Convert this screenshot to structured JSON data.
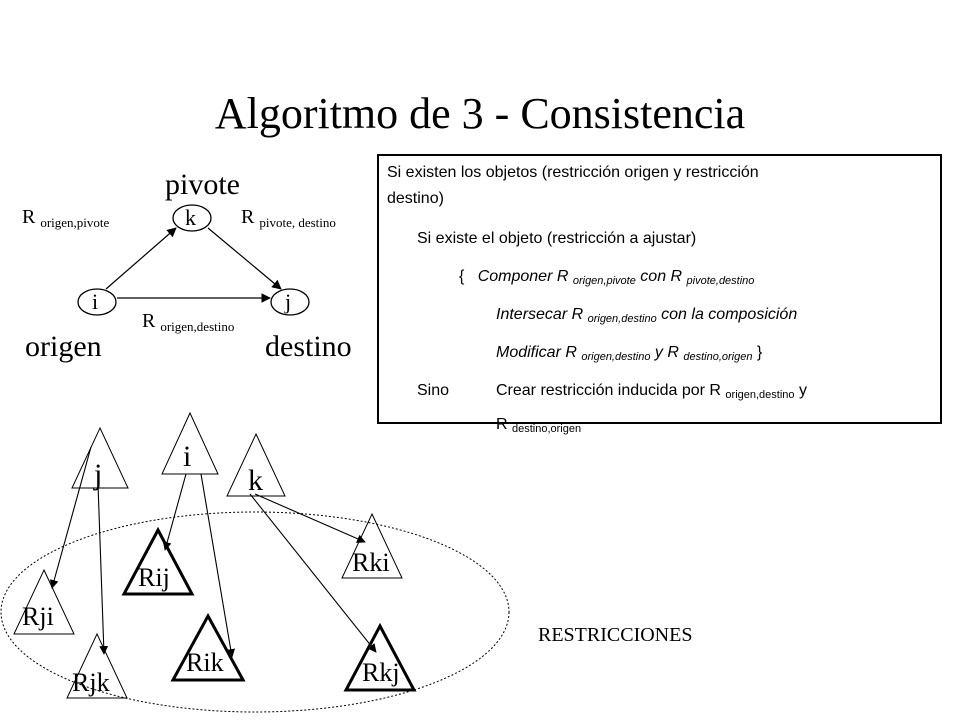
{
  "title": "Algoritmo de 3 - Consistencia",
  "top_diagram": {
    "pivote_label": "pivote",
    "origen_label": "origen",
    "destino_label": "destino",
    "node_k": "k",
    "node_i": "i",
    "node_j": "j",
    "edge_origen_pivote": {
      "r": "R",
      "sub": "origen,pivote"
    },
    "edge_pivote_destino": {
      "r": "R",
      "sub": "pivote, destino"
    },
    "edge_origen_destino": {
      "r": "R",
      "sub": "origen,destino"
    }
  },
  "box": {
    "line1": "Si existen los objetos (restricción origen y restricción",
    "line2": "destino)",
    "line3": "Si existe el objeto (restricción a ajustar)",
    "line4": {
      "brace": "{",
      "a": "Componer R ",
      "s1": "origen,pivote",
      "b": " con R ",
      "s2": "pivote,destino"
    },
    "line5": {
      "a": "Intersecar R ",
      "s1": "origen,destino",
      "b": " con la composición"
    },
    "line6": {
      "a": "Modificar R ",
      "s1": "origen,destino",
      "b": " y R ",
      "s2": "destino,origen",
      "c": "  }"
    },
    "line7": {
      "sino": "Sino",
      "a": "Crear restricción inducida por R ",
      "s1": "origen,destino",
      "b": " y"
    },
    "line8": {
      "a": "R ",
      "s1": "destino,origen"
    }
  },
  "bottom_diagram": {
    "var_j": "j",
    "var_i": "i",
    "var_k": "k",
    "rij": "Rij",
    "rki": "Rki",
    "rji": "Rji",
    "rik": "Rik",
    "rkj": "Rkj",
    "rjk": "Rjk",
    "restricciones_label": "RESTRICCIONES"
  }
}
